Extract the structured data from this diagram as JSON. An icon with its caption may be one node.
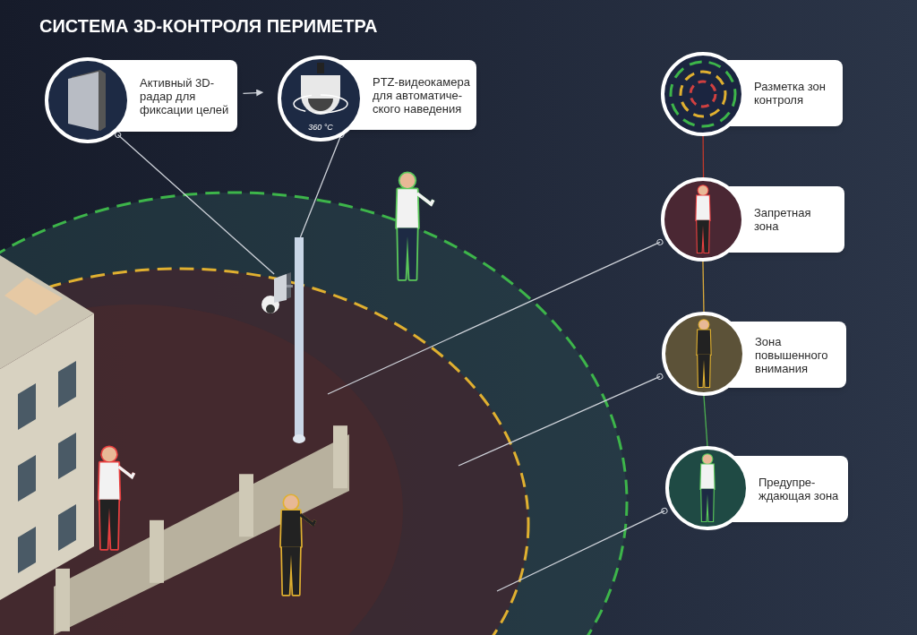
{
  "diagram": {
    "title": "СИСТЕМА 3D-КОНТРОЛЯ ПЕРИМЕТРА",
    "nodes": [
      {
        "text": [
          "Активный 3D-радар для фиксации целей"
        ]
      },
      {
        "text": [
          "360 °C",
          "PTZ-видеокамера для автоматиче- ского наведения"
        ]
      },
      {
        "text": [
          "Разметка зон контроля"
        ]
      },
      {
        "text": [
          "Запретная зона"
        ]
      },
      {
        "text": [
          "Зона повышенного внимания"
        ]
      },
      {
        "text": [
          "Предупре- ждающая зона"
        ]
      },
      {
        "text": [],
        "shape": "box"
      },
      {
        "text": [],
        "shape": "bar"
      }
    ],
    "edges": [
      {
        "from": 0,
        "to": 1,
        "arrow": "to"
      },
      {
        "from": 0,
        "to": 6,
        "arrow": "other"
      },
      {
        "from": 1,
        "to": 7,
        "arrow": "other"
      },
      {
        "from": 2,
        "to": 3,
        "arrow": "none",
        "color": "#c0392b"
      },
      {
        "from": 3,
        "to": 4,
        "arrow": "none",
        "color": "#d9a93a"
      },
      {
        "from": 4,
        "to": 5,
        "arrow": "none",
        "color": "#4caf50"
      },
      {
        "from": 3,
        "to": null,
        "arrow": "other"
      },
      {
        "from": 4,
        "to": null,
        "arrow": "other"
      },
      {
        "from": 5,
        "to": null,
        "arrow": "other"
      }
    ]
  }
}
